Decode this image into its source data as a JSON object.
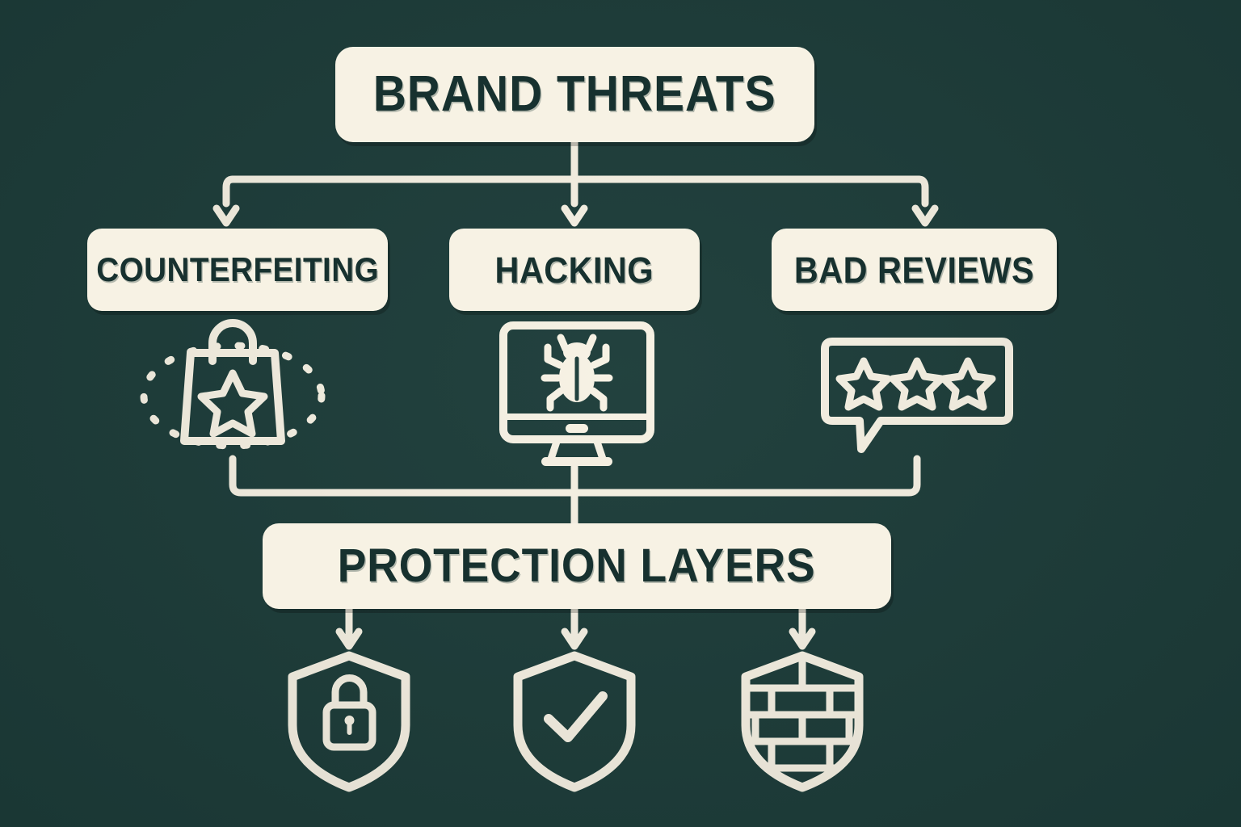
{
  "colors": {
    "background": "#1d3d3a",
    "surface": "#f7f2e4",
    "text": "#17312f",
    "stroke": "#f7f2e4"
  },
  "diagram": {
    "type": "flowchart",
    "title_node": {
      "id": "brand-threats",
      "label": "BRAND THREATS"
    },
    "threats": [
      {
        "id": "counterfeiting",
        "label": "COUNTERFEITING",
        "icon": "shopping-bag-star-dashed-icon"
      },
      {
        "id": "hacking",
        "label": "HACKING",
        "icon": "monitor-bug-icon"
      },
      {
        "id": "bad-reviews",
        "label": "BAD REVIEWS",
        "icon": "speech-bubble-three-stars-icon"
      }
    ],
    "protection_node": {
      "id": "protection-layers",
      "label": "PROTECTION LAYERS"
    },
    "protection_icons": [
      {
        "id": "shield-lock",
        "icon": "shield-lock-icon"
      },
      {
        "id": "shield-check",
        "icon": "shield-check-icon"
      },
      {
        "id": "shield-firewall",
        "icon": "shield-brick-wall-icon"
      }
    ],
    "edges": [
      {
        "from": "brand-threats",
        "to": "counterfeiting",
        "arrow": true
      },
      {
        "from": "brand-threats",
        "to": "hacking",
        "arrow": true
      },
      {
        "from": "brand-threats",
        "to": "bad-reviews",
        "arrow": true
      },
      {
        "from": "counterfeiting",
        "to": "protection-layers",
        "arrow": false
      },
      {
        "from": "hacking",
        "to": "protection-layers",
        "arrow": false
      },
      {
        "from": "bad-reviews",
        "to": "protection-layers",
        "arrow": false
      },
      {
        "from": "protection-layers",
        "to": "shield-lock",
        "arrow": true
      },
      {
        "from": "protection-layers",
        "to": "shield-check",
        "arrow": true
      },
      {
        "from": "protection-layers",
        "to": "shield-firewall",
        "arrow": true
      }
    ]
  }
}
